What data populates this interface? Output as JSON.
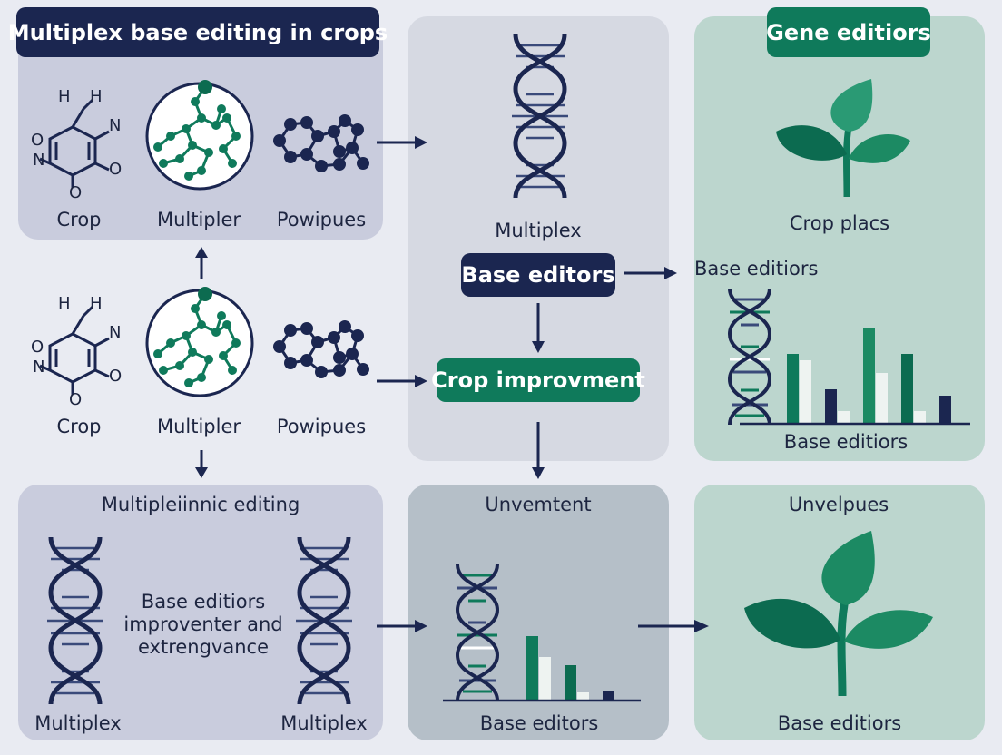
{
  "colors": {
    "navy": "#1b2650",
    "green": "#0f7a5b",
    "light_green": "#2a9a74",
    "background": "#e9ebf2"
  },
  "top_left": {
    "title": "Multiplex base editing in crops",
    "row1": {
      "molecule_label": "Crop",
      "sphere_label": "Multipler",
      "cluster_label": "Powipues"
    },
    "row2": {
      "molecule_label": "Crop",
      "sphere_label": "Multipler",
      "cluster_label": "Powipues"
    },
    "atoms": {
      "h1": "H",
      "h2": "H",
      "n1": "N",
      "o1": "O",
      "n2": "N",
      "o2": "O",
      "o3": "O"
    }
  },
  "center_top": {
    "dna_label": "Multiplex",
    "base_editors_pill": "Base editors",
    "crop_improvement_pill": "Crop improvment"
  },
  "right_top": {
    "title": "Gene editiors",
    "plant_label": "Crop placs",
    "chart_top_label": "Base editiors",
    "chart_bottom_label": "Base editiors"
  },
  "bottom_left": {
    "title": "Multipleiinnic editing",
    "center_text": [
      "Base editiors",
      "improventer and",
      "extrengvance"
    ],
    "left_label": "Multiplex",
    "right_label": "Multiplex"
  },
  "bottom_center": {
    "title": "Unvemtent",
    "label": "Base editors"
  },
  "bottom_right": {
    "title": "Unvelpues",
    "label": "Base editiors"
  }
}
